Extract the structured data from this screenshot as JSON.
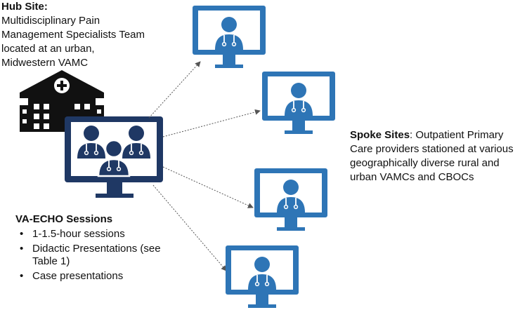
{
  "hub": {
    "title": "Hub Site:",
    "lines": [
      "Multidisciplinary Pain",
      "Management Specialists Team",
      "located at an urban,",
      "Midwestern VAMC"
    ]
  },
  "spoke": {
    "title": "Spoke Sites",
    "description_lines": [
      ": Outpatient Primary",
      "Care providers stationed at various",
      "geographically diverse rural and",
      "urban VAMCs and CBOCs"
    ]
  },
  "sessions": {
    "title": "VA-ECHO Sessions",
    "items": [
      "1-1.5-hour sessions",
      "Didactic Presentations (see Table 1)",
      "Case presentations"
    ]
  },
  "icons": {
    "hospital": "hospital-icon",
    "hub_monitor": "hub-monitor-with-three-doctors-icon",
    "spoke_monitor": "monitor-with-doctor-icon"
  },
  "colors": {
    "hub_navy": "#1f3864",
    "spoke_blue": "#2e75b6",
    "arrow_gray": "#555555"
  }
}
